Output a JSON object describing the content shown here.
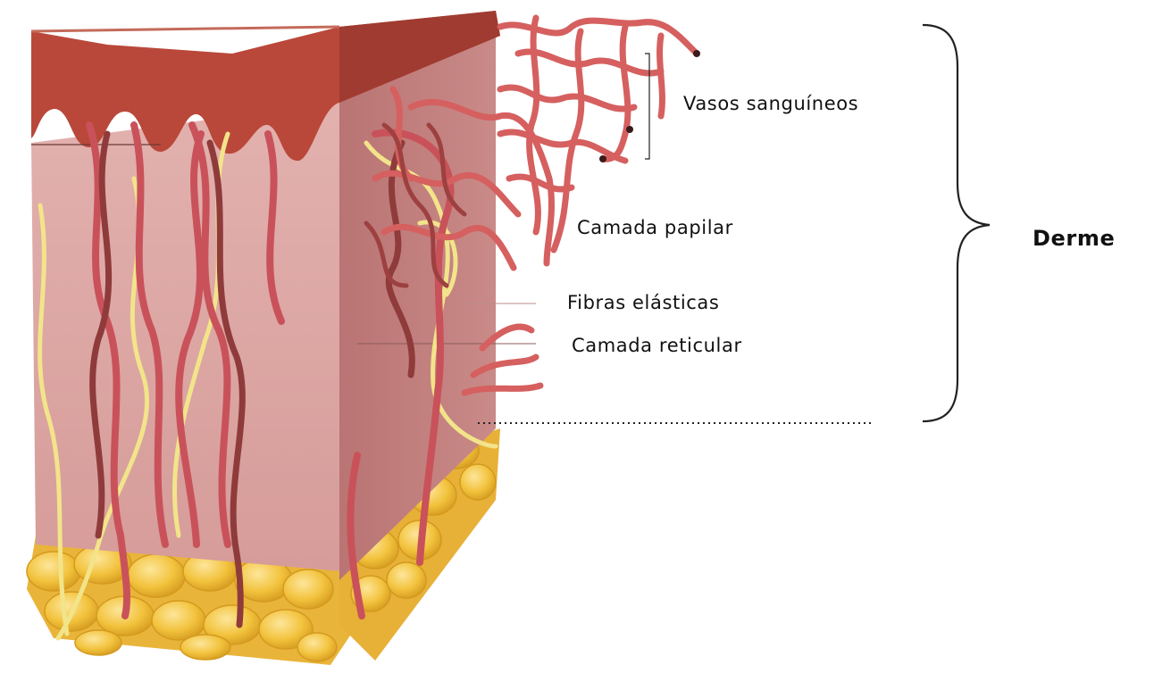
{
  "diagram": {
    "labels": {
      "vasos": "Vasos sanguíneos",
      "papilar": "Camada papilar",
      "fibras": "Fibras elásticas",
      "reticular": "Camada reticular",
      "derme": "Derme"
    },
    "colors": {
      "epidermis": "#b9483a",
      "dermis": "#dba3a1",
      "dermis_side": "#bf7b7a",
      "vessel_red": "#c9525a",
      "vessel_dark": "#8f3b3b",
      "nerve_yellow": "#f2e48a",
      "fat": "#f2c23c",
      "fat_edge": "#d49a1f"
    }
  }
}
